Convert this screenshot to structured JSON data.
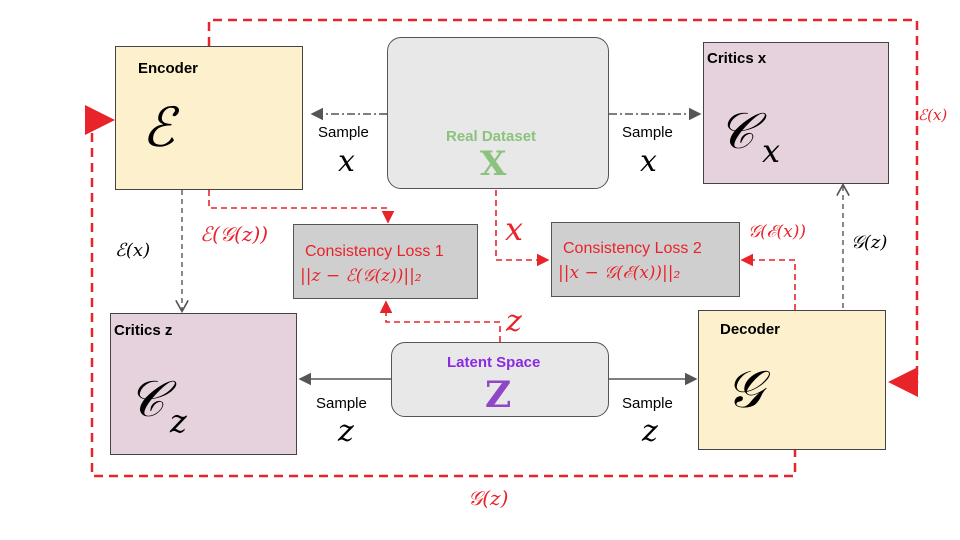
{
  "nodes": {
    "encoder": {
      "title": "Encoder",
      "symbol": "ℰ"
    },
    "critics_x": {
      "title": "Critics x",
      "symbol": "𝒞",
      "sub": "x"
    },
    "critics_z": {
      "title": "Critics z",
      "symbol": "𝒞",
      "sub": "z"
    },
    "decoder": {
      "title": "Decoder",
      "symbol": "𝒢"
    },
    "real_dataset": {
      "title": "Real Dataset",
      "symbol": "X"
    },
    "latent_space": {
      "title": "Latent Space",
      "symbol": "Z"
    },
    "loss1": {
      "title": "Consistency Loss 1",
      "formula": "||z − ℰ(𝒢(z))||₂"
    },
    "loss2": {
      "title": "Consistency Loss 2",
      "formula": "||x − 𝒢(ℰ(x))||₂"
    }
  },
  "labels": {
    "sample_left_top": "Sample",
    "x_left_top": "x",
    "sample_right_top": "Sample",
    "x_right_top": "x",
    "sample_left_bottom": "Sample",
    "z_left_bottom": "z",
    "sample_right_bottom": "Sample",
    "z_right_bottom": "z",
    "enc_gz": "ℰ(𝒢(z))",
    "enc_x_left": "ℰ(x)",
    "enc_x_right": "ℰ(x)",
    "x_red": "x",
    "z_red": "z",
    "g_enc_x": "𝒢(ℰ(x))",
    "g_z_right": "𝒢(z)",
    "g_z_bottom": "𝒢(z)"
  },
  "colors": {
    "red": "#e8232a",
    "encoder_fill": "#fdf0cc",
    "critic_fill": "#e6d2dc",
    "grey_fill": "#e8e8e8",
    "loss_fill": "#cfcfcf",
    "dataset_green": "#8bc37e",
    "latent_purple": "#9146c8"
  }
}
